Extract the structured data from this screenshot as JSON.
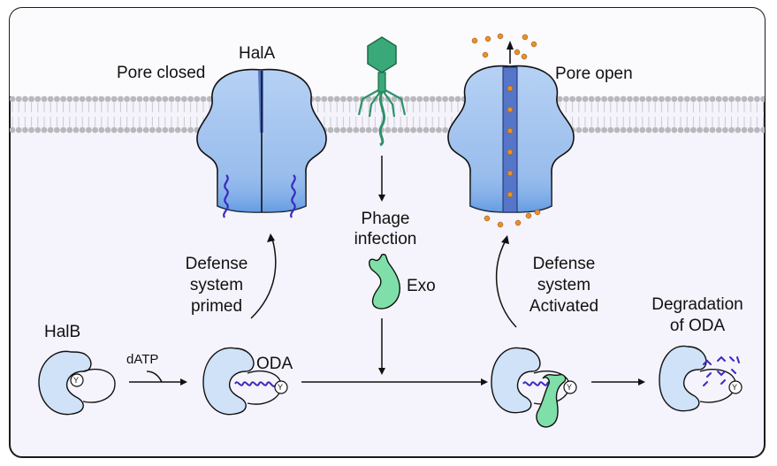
{
  "labels": {
    "pore_closed": "Pore closed",
    "hala": "HalA",
    "pore_open": "Pore open",
    "phage_infection_1": "Phage",
    "phage_infection_2": "infection",
    "exo": "Exo",
    "defense_primed_1": "Defense",
    "defense_primed_2": "system",
    "defense_primed_3": "primed",
    "defense_activated_1": "Defense",
    "defense_activated_2": "system",
    "defense_activated_3": "Activated",
    "halb": "HalB",
    "datp": "dATP",
    "oda": "ODA",
    "degradation_1": "Degradation",
    "degradation_2": "of ODA",
    "y_residue": "Y"
  },
  "colors": {
    "cytoplasm": "#f5f3fb",
    "membrane_head": "#b7b9bd",
    "pore_fill": "#a9c8f2",
    "pore_channel": "#5576c8",
    "protein_fill": "#cfe2f7",
    "exo_fill": "#7ee0a8",
    "phage_fill": "#3aa97a",
    "rna": "#3a2bbf",
    "ions": "#e8912a"
  },
  "icons": [
    "phage-icon",
    "hala-pore-closed-icon",
    "hala-pore-open-icon",
    "halb-protein-icon",
    "exo-protein-icon",
    "oda-rna-icon"
  ]
}
